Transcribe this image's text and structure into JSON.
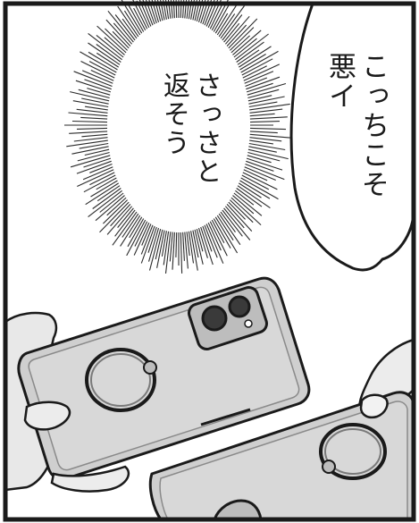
{
  "panel": {
    "thought_bubble": {
      "lines": [
        "さっさと",
        "返そう"
      ]
    },
    "speech_bubble": {
      "lines": [
        "こっちこそ",
        "悪イ"
      ]
    }
  },
  "colors": {
    "ink": "#1a1a1a",
    "phone_body": "#cfcfcf",
    "phone_edge": "#bdbdbd",
    "burst": "#2a2a2a",
    "paper": "#ffffff"
  }
}
